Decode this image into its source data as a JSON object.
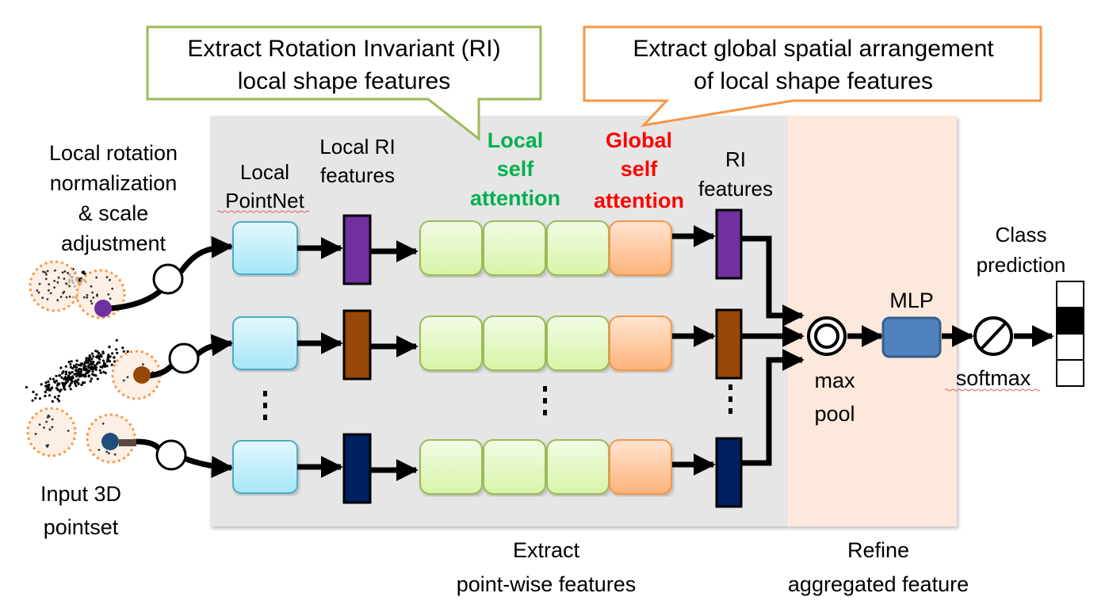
{
  "callouts": {
    "local": {
      "line1": "Extract Rotation Invariant (RI)",
      "line2": "local shape features",
      "border_color": "#9bbb59"
    },
    "global": {
      "line1": "Extract global spatial arrangement",
      "line2": "of local shape features",
      "border_color": "#f79646"
    }
  },
  "input": {
    "top_label": [
      "Local rotation",
      "normalization",
      "& scale",
      "adjustment"
    ],
    "bottom_label": [
      "Input 3D",
      "pointset"
    ]
  },
  "stages": {
    "local_pointnet": [
      "Local",
      "PointNet"
    ],
    "local_ri_features": [
      "Local RI",
      "features"
    ],
    "local_self_attention": [
      "Local",
      "self",
      "attention"
    ],
    "global_self_attention": [
      "Global",
      "self",
      "attention"
    ],
    "ri_features": [
      "RI",
      "features"
    ],
    "max_pool": [
      "max",
      "pool"
    ],
    "mlp": "MLP",
    "softmax": "softmax",
    "class_prediction": [
      "Class",
      "prediction"
    ]
  },
  "sections": {
    "extract": [
      "Extract",
      "point-wise features"
    ],
    "refine": [
      "Refine",
      "aggregated feature"
    ]
  },
  "rows": [
    {
      "name": "row-1",
      "feature_color": "#7030a0"
    },
    {
      "name": "row-2",
      "feature_color": "#974706"
    },
    {
      "name": "row-3",
      "feature_color": "#002060"
    }
  ],
  "colors": {
    "extract_bg": "#e6e6e6",
    "refine_bg": "#fce9db",
    "pointnet_fill": "#c9f0fb",
    "local_attn_fill": "#e4f7c8",
    "global_attn_fill": "#ffd3b0",
    "mlp_fill": "#4f81bd",
    "local_attn_text": "#00b050",
    "global_attn_text": "#ff0000"
  },
  "class_prediction_cells": [
    0,
    1,
    0,
    0
  ],
  "ellipsis": "⋮"
}
